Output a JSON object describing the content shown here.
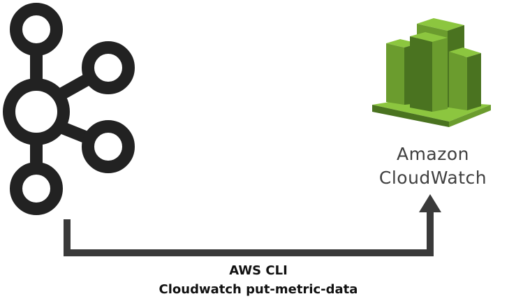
{
  "source": {
    "icon": "kafka-icon"
  },
  "target": {
    "icon": "amazon-cloudwatch-icon",
    "name_line1": "Amazon",
    "name_line2": "CloudWatch"
  },
  "connector": {
    "label_line1": "AWS CLI",
    "label_line2": "Cloudwatch  put-metric-data"
  },
  "colors": {
    "kafka": "#222222",
    "arrow": "#3a3a3a",
    "cloudwatch_light": "#8cc63f",
    "cloudwatch_mid": "#6b9c2e",
    "cloudwatch_dark": "#4a7320",
    "text": "#3f3f3f"
  }
}
